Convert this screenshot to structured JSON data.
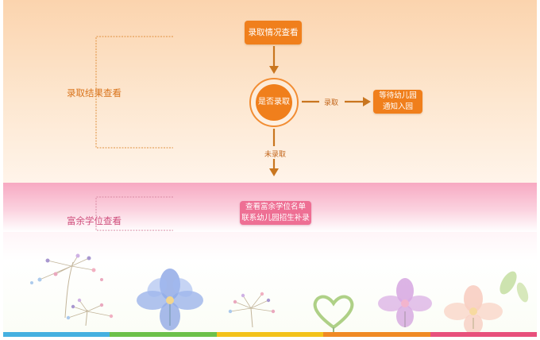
{
  "sections": {
    "admission": {
      "label": "录取结果查看"
    },
    "vacancy": {
      "label": "富余学位查看"
    }
  },
  "flow": {
    "check_admission": "录取情况查看",
    "decision": "是否录取",
    "admitted_label": "录取",
    "await_notice": [
      "等待幼儿园",
      "通知入园"
    ],
    "not_admitted_label": "未录取",
    "vacancy_action": [
      "查看富余学位名单",
      "联系幼儿园招生补录"
    ]
  },
  "colors": {
    "orange": "#f07f1c",
    "pink": "#ee6f94",
    "bracket_orange": "#e0913f",
    "bracket_pink": "#d98aa3",
    "bottom_bar": [
      "#45b0e0",
      "#6dc14a",
      "#f3c21a",
      "#f08a24",
      "#e8507c"
    ]
  }
}
